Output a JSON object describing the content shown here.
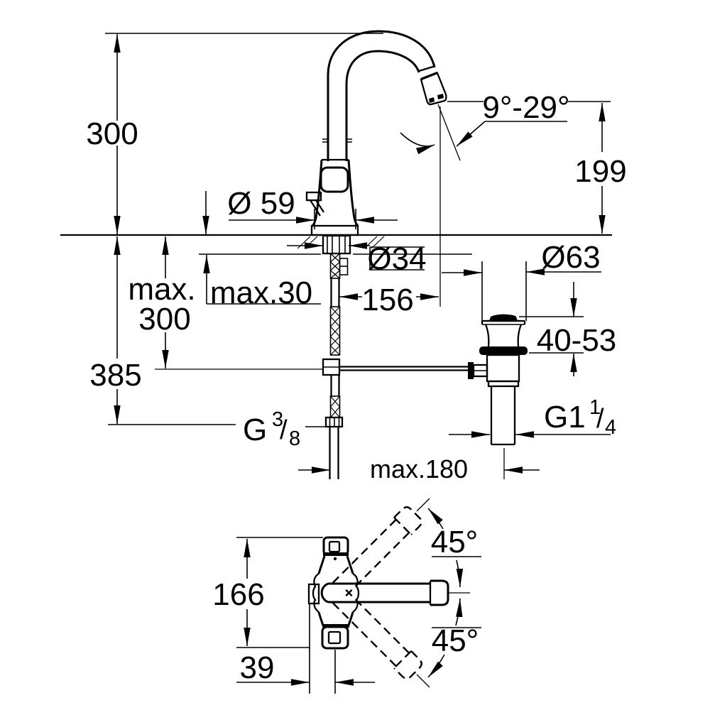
{
  "colors": {
    "line": "#000000",
    "background": "#ffffff"
  },
  "drawing": {
    "type": "technical-dimension-drawing",
    "subject": "single-hole basin mixer with high swivel spout and pop-up waste",
    "views": [
      "side-elevation",
      "top-plan"
    ]
  },
  "view_main": {
    "height_above_deck": "300",
    "base_diameter": "Ø 59",
    "angle_range": "9°-29°",
    "outlet_height": "199",
    "shank_diameter": "Ø34",
    "max_deck_thickness": "max.30",
    "spout_reach": "156",
    "max_below_deck_line1": "max.",
    "max_below_deck_line2": "300",
    "hose_length": "385",
    "waste_flange_diameter": "Ø63",
    "basin_thickness_range": "40-53",
    "supply_thread_prefix": "G",
    "supply_thread_numerator": "3",
    "supply_thread_slash": "/",
    "supply_thread_denominator": "8",
    "waste_thread_prefix": "G1",
    "waste_thread_numerator": "1",
    "waste_thread_slash": "/",
    "waste_thread_denominator": "4",
    "max_waste_distance": "max.180"
  },
  "view_top": {
    "body_length": "166",
    "swivel_angle_up": "45°",
    "swivel_angle_down": "45°",
    "center_offset": "39"
  }
}
